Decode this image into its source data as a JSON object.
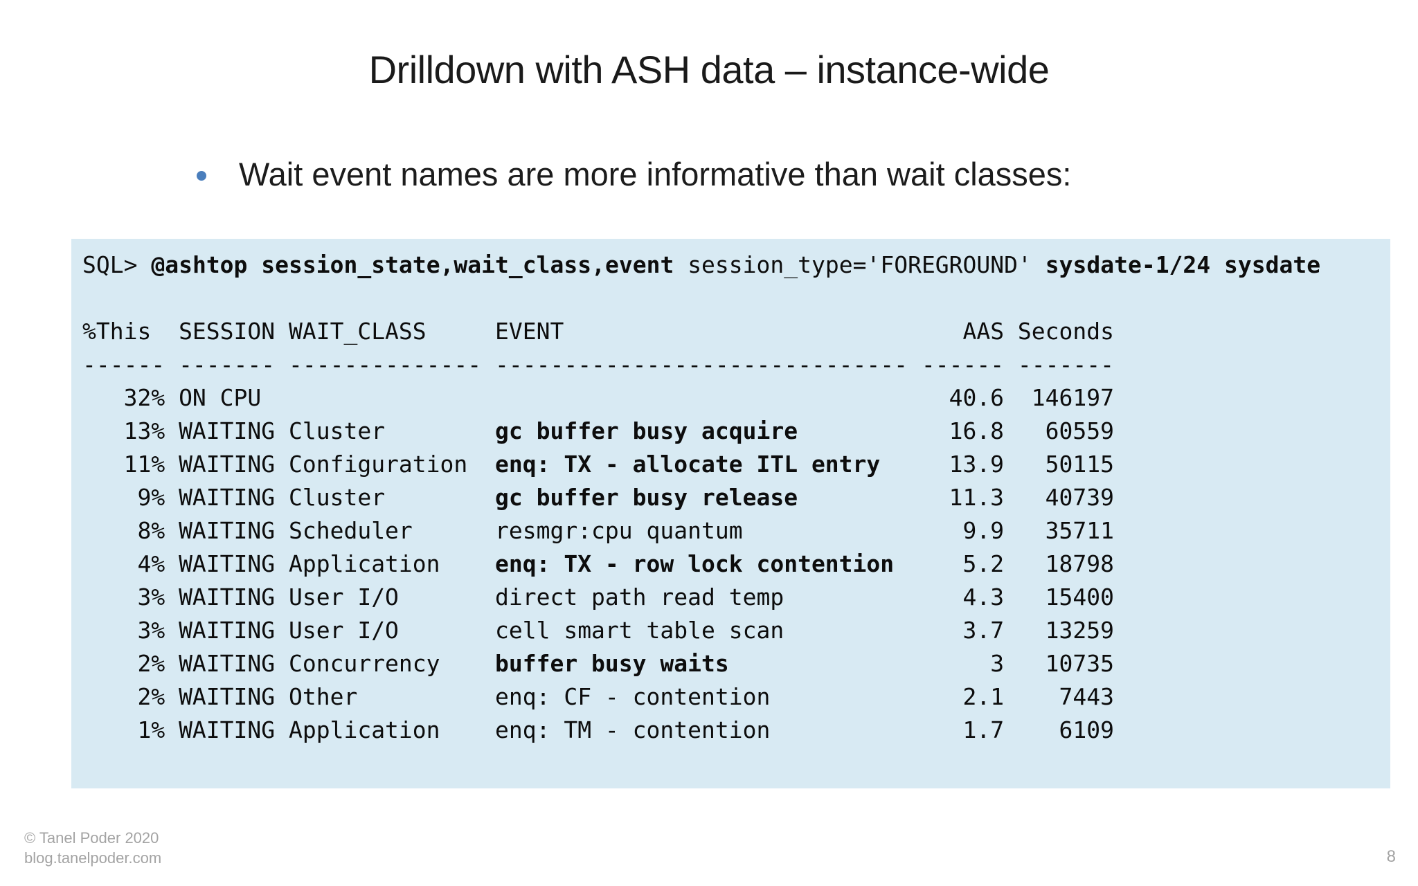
{
  "slide": {
    "title": "Drilldown with ASH data – instance-wide",
    "bullet_text": "Wait event names are more informative than wait classes:",
    "footer_line1": "© Tanel Poder 2020",
    "footer_line2": "blog.tanelpoder.com",
    "page_number": "8"
  },
  "colors": {
    "code_background": "#d8eaf3",
    "bullet_blue": "#4a7ebc",
    "footer_gray": "#a3a3a3",
    "text_dark": "#1a1a1a"
  },
  "code_block": {
    "command_segments": [
      {
        "text": "SQL> ",
        "bold": false
      },
      {
        "text": "@ashtop session_state,wait_class,event ",
        "bold": true
      },
      {
        "text": "session_type='FOREGROUND' ",
        "bold": false
      },
      {
        "text": "sysdate-1/24 sysdate",
        "bold": true
      }
    ],
    "table": {
      "header": {
        "pct": "%This",
        "session": "SESSION",
        "wait_class": "WAIT_CLASS",
        "event": "EVENT",
        "aas": "AAS",
        "seconds": "Seconds"
      },
      "separator": {
        "pct": "------",
        "session": "-------",
        "wait_class": "--------------",
        "event": "------------------------------",
        "aas": "------",
        "seconds": "-------"
      },
      "rows": [
        {
          "pct": "32%",
          "session": "ON CPU",
          "wait_class": "",
          "event": "",
          "event_bold": false,
          "aas": "40.6",
          "seconds": "146197"
        },
        {
          "pct": "13%",
          "session": "WAITING",
          "wait_class": "Cluster",
          "event": "gc buffer busy acquire",
          "event_bold": true,
          "aas": "16.8",
          "seconds": "60559"
        },
        {
          "pct": "11%",
          "session": "WAITING",
          "wait_class": "Configuration",
          "event": "enq: TX - allocate ITL entry",
          "event_bold": true,
          "aas": "13.9",
          "seconds": "50115"
        },
        {
          "pct": "9%",
          "session": "WAITING",
          "wait_class": "Cluster",
          "event": "gc buffer busy release",
          "event_bold": true,
          "aas": "11.3",
          "seconds": "40739"
        },
        {
          "pct": "8%",
          "session": "WAITING",
          "wait_class": "Scheduler",
          "event": "resmgr:cpu quantum",
          "event_bold": false,
          "aas": "9.9",
          "seconds": "35711"
        },
        {
          "pct": "4%",
          "session": "WAITING",
          "wait_class": "Application",
          "event": "enq: TX - row lock contention",
          "event_bold": true,
          "aas": "5.2",
          "seconds": "18798"
        },
        {
          "pct": "3%",
          "session": "WAITING",
          "wait_class": "User I/O",
          "event": "direct path read temp",
          "event_bold": false,
          "aas": "4.3",
          "seconds": "15400"
        },
        {
          "pct": "3%",
          "session": "WAITING",
          "wait_class": "User I/O",
          "event": "cell smart table scan",
          "event_bold": false,
          "aas": "3.7",
          "seconds": "13259"
        },
        {
          "pct": "2%",
          "session": "WAITING",
          "wait_class": "Concurrency",
          "event": "buffer busy waits",
          "event_bold": true,
          "aas": "3",
          "seconds": "10735"
        },
        {
          "pct": "2%",
          "session": "WAITING",
          "wait_class": "Other",
          "event": "enq: CF - contention",
          "event_bold": false,
          "aas": "2.1",
          "seconds": "7443"
        },
        {
          "pct": "1%",
          "session": "WAITING",
          "wait_class": "Application",
          "event": "enq: TM - contention",
          "event_bold": false,
          "aas": "1.7",
          "seconds": "6109"
        }
      ]
    }
  }
}
